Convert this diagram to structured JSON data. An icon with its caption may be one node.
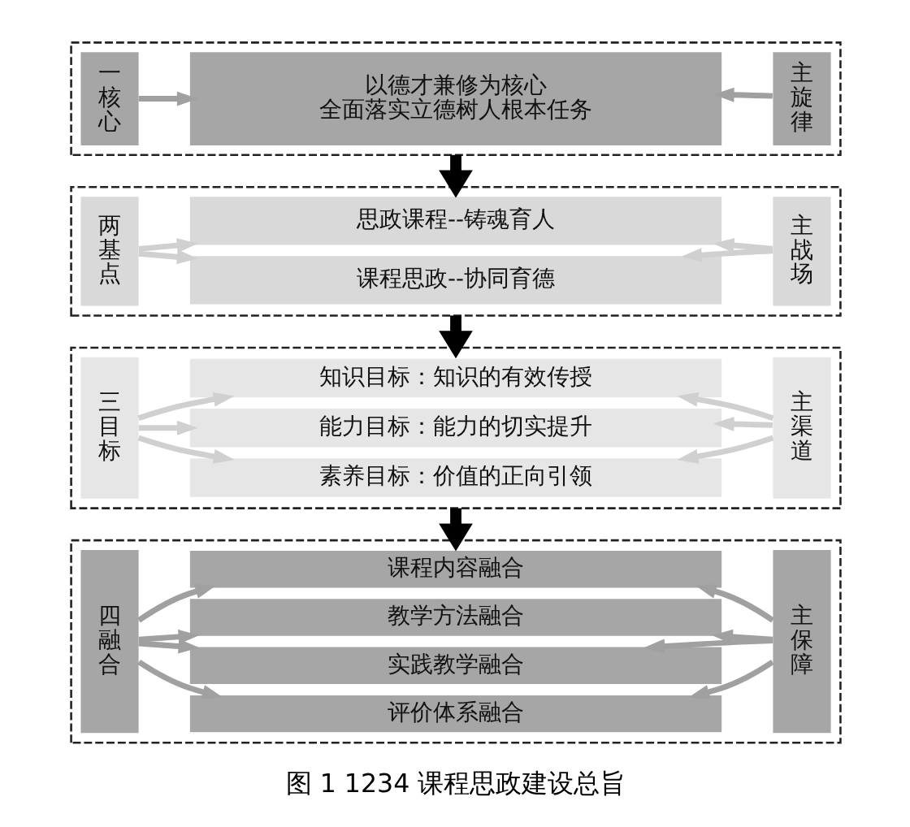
{
  "diagram": {
    "caption": "图 1 1234 课程思政建设总旨",
    "nodes": [
      {
        "text": [],
        "shape": "box"
      },
      {
        "text": [
          "一核心"
        ],
        "in": 0
      },
      {
        "text": [
          "以德才兼修为核心",
          "全面落实立德树人根本任务"
        ],
        "in": 0
      },
      {
        "text": [
          "主旋律"
        ],
        "in": 0
      },
      {
        "text": [],
        "shape": "box"
      },
      {
        "text": [
          "两基点"
        ],
        "in": 4
      },
      {
        "text": [
          "思政课程--铸魂育人"
        ],
        "in": 4
      },
      {
        "text": [
          "课程思政--协同育德"
        ],
        "in": 4
      },
      {
        "text": [
          "主战场"
        ],
        "in": 4
      },
      {
        "text": [],
        "shape": "box"
      },
      {
        "text": [
          "三目标"
        ],
        "in": 9
      },
      {
        "text": [
          "知识目标：知识的有效传授"
        ],
        "in": 9
      },
      {
        "text": [
          "能力目标：能力的切实提升"
        ],
        "in": 9
      },
      {
        "text": [
          "素养目标：价值的正向引领"
        ],
        "in": 9
      },
      {
        "text": [
          "主渠道"
        ],
        "in": 9
      },
      {
        "text": [],
        "shape": "box"
      },
      {
        "text": [
          "四融合"
        ],
        "in": 15
      },
      {
        "text": [
          "课程内容融合"
        ],
        "in": 15
      },
      {
        "text": [
          "教学方法融合"
        ],
        "in": 15
      },
      {
        "text": [
          "实践教学融合"
        ],
        "in": 15
      },
      {
        "text": [
          "评价体系融合"
        ],
        "in": 15
      },
      {
        "text": [
          "主保障"
        ],
        "in": 15
      }
    ],
    "edges": [
      {
        "from": 1,
        "to": 2,
        "arrow": "to"
      },
      {
        "from": 3,
        "to": 2,
        "arrow": "to"
      },
      {
        "from": 0,
        "to": 4,
        "arrow": "to",
        "style": "thick",
        "color": "#000000"
      },
      {
        "from": 5,
        "to": 6,
        "arrow": "to",
        "color": "#d0d0d0"
      },
      {
        "from": 5,
        "to": 7,
        "arrow": "to",
        "color": "#d0d0d0"
      },
      {
        "from": 8,
        "to": 6,
        "arrow": "to",
        "color": "#d0d0d0"
      },
      {
        "from": 8,
        "to": 7,
        "arrow": "to",
        "color": "#d0d0d0"
      },
      {
        "from": 4,
        "to": 9,
        "arrow": "to",
        "style": "thick",
        "color": "#000000"
      },
      {
        "from": 10,
        "to": 11,
        "arrow": "to",
        "color": "#d0d0d0"
      },
      {
        "from": 10,
        "to": 12,
        "arrow": "to",
        "color": "#d0d0d0"
      },
      {
        "from": 10,
        "to": 13,
        "arrow": "to",
        "color": "#d0d0d0"
      },
      {
        "from": 14,
        "to": 11,
        "arrow": "to",
        "color": "#d0d0d0"
      },
      {
        "from": 14,
        "to": 12,
        "arrow": "to",
        "color": "#d0d0d0"
      },
      {
        "from": 14,
        "to": 13,
        "arrow": "to",
        "color": "#d0d0d0"
      },
      {
        "from": 9,
        "to": 15,
        "arrow": "to",
        "style": "thick",
        "color": "#000000"
      },
      {
        "from": 16,
        "to": 17,
        "arrow": "to"
      },
      {
        "from": 16,
        "to": 18,
        "arrow": "to"
      },
      {
        "from": 16,
        "to": 19,
        "arrow": "to"
      },
      {
        "from": 16,
        "to": 20,
        "arrow": "to"
      },
      {
        "from": 21,
        "to": 17,
        "arrow": "to"
      },
      {
        "from": 21,
        "to": 18,
        "arrow": "to"
      },
      {
        "from": 21,
        "to": 19,
        "arrow": "to"
      },
      {
        "from": 21,
        "to": 20,
        "arrow": "to"
      }
    ]
  }
}
